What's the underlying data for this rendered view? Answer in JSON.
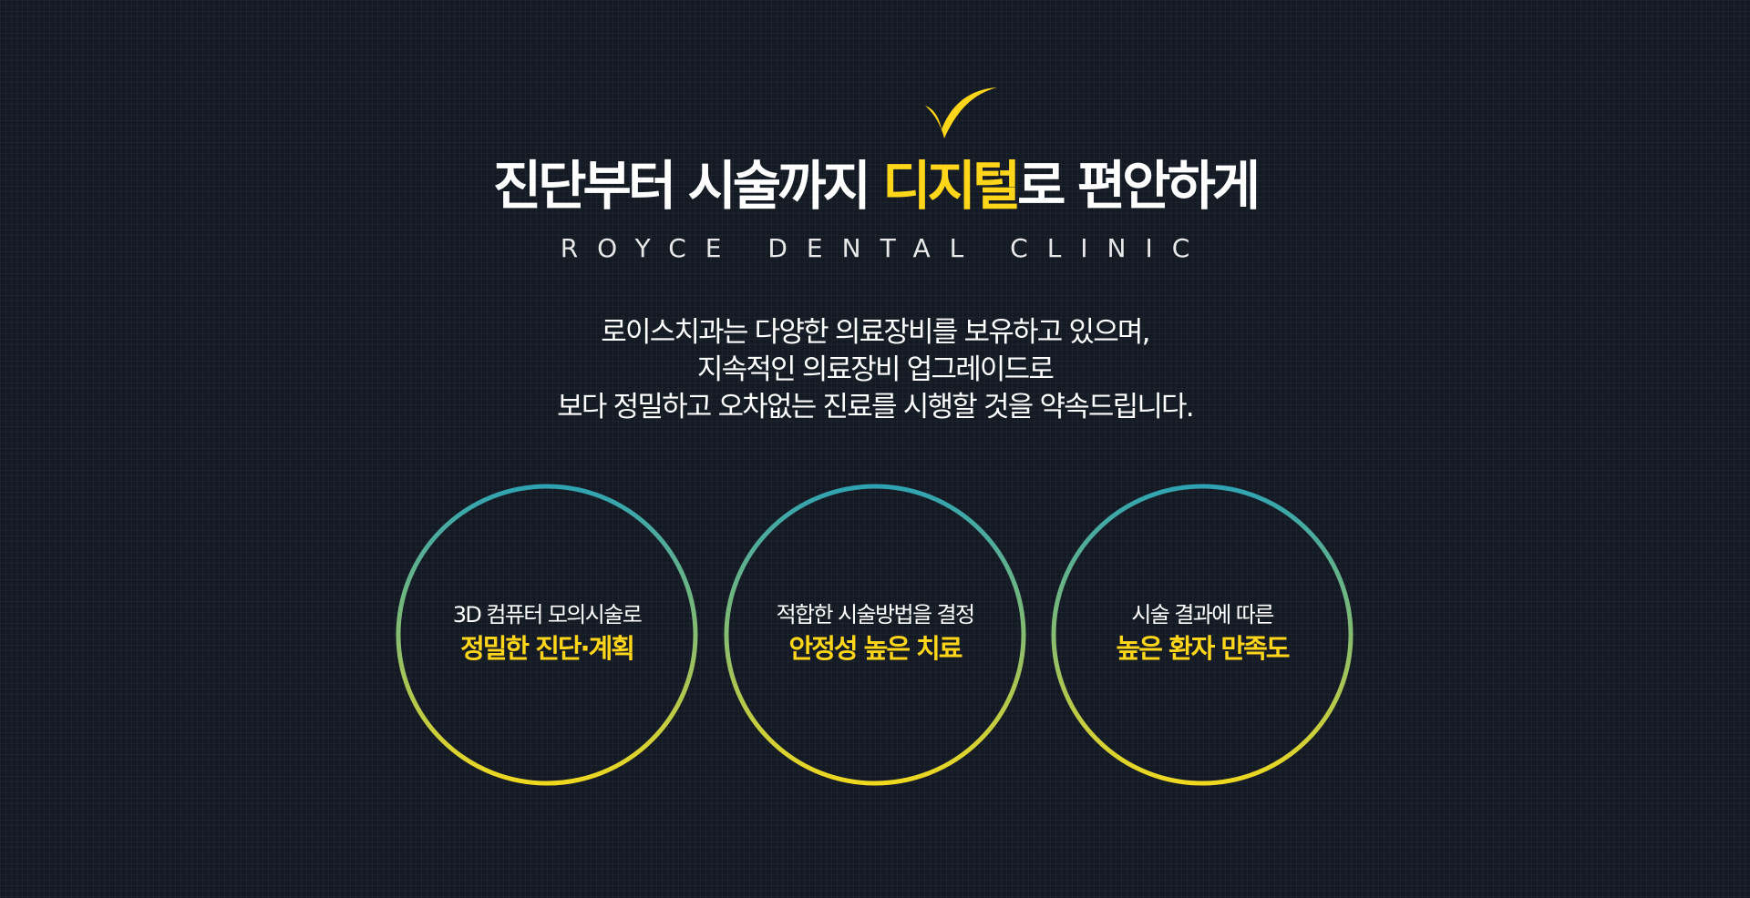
{
  "hero": {
    "headline_part1": "진단부터 시술까지 ",
    "headline_accent": "디지털",
    "headline_part2": "로 편안하게",
    "subtitle": "ROYCE DENTAL CLINIC",
    "check_icon": "checkmark-icon"
  },
  "intro": {
    "lines": [
      "로이스치과는 다양한 의료장비를 보유하고 있으며,",
      "지속적인 의료장비 업그레이드로",
      "보다 정밀하고 오차없는 진료를 시행할 것을 약속드립니다."
    ]
  },
  "features": [
    {
      "line1": "3D 컴퓨터 모의시술로",
      "line2": "정밀한 진단·계획"
    },
    {
      "line1": "적합한 시술방법을 결정",
      "line2": "안정성 높은 치료"
    },
    {
      "line1": "시술 결과에 따른",
      "line2": "높은 환자 만족도"
    }
  ],
  "colors": {
    "background": "#141a24",
    "accent_yellow": "#ffd61a",
    "ring_top": "#2fa3b3",
    "ring_bottom": "#f0d81f"
  }
}
